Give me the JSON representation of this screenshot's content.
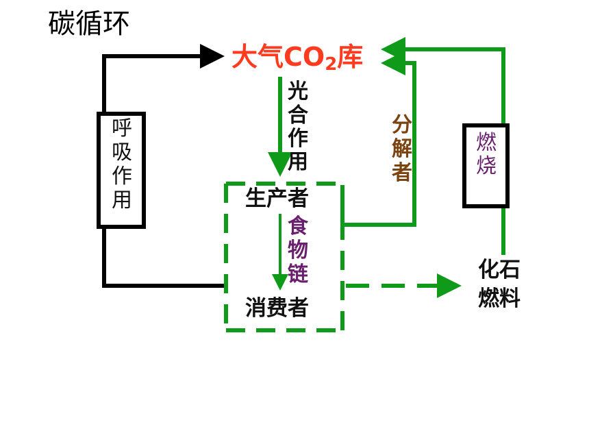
{
  "title": "碳循环",
  "nodes": {
    "atmosphere": {
      "main": "大气CO",
      "sub": "2",
      "tail": "库"
    },
    "producer": "生产者",
    "consumer": "消费者",
    "fossil_fuel_line1": "化石",
    "fossil_fuel_line2": "燃料"
  },
  "processes": {
    "photosynthesis": [
      "光",
      "合",
      "作",
      "用"
    ],
    "respiration": [
      "呼",
      "吸",
      "作",
      "用"
    ],
    "food_chain": [
      "食",
      "物",
      "链"
    ],
    "decomposition": [
      "分",
      "解",
      "者"
    ],
    "combustion": [
      "燃",
      "烧"
    ]
  },
  "colors": {
    "green": "#0f9a1a",
    "black": "#000000",
    "atmosphere_text": "#ff3b1f",
    "purple_text": "#6a1e6e",
    "brown_text": "#7a4310"
  }
}
